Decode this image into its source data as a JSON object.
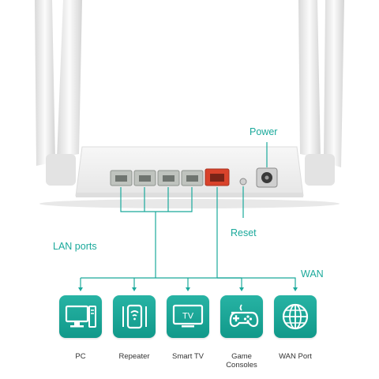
{
  "labels": {
    "power": "Power",
    "reset": "Reset",
    "lan_ports": "LAN ports",
    "wan": "WAN"
  },
  "devices": [
    {
      "caption": "PC",
      "icon": "pc-icon"
    },
    {
      "caption": "Repeater",
      "icon": "repeater-icon"
    },
    {
      "caption": "Smart TV",
      "icon": "smart-tv-icon"
    },
    {
      "caption": "Game\nConsoles",
      "icon": "gamepad-icon"
    },
    {
      "caption": "WAN Port",
      "icon": "globe-icon"
    }
  ],
  "tv_icon_text": "TV",
  "colors": {
    "accent": "#1aa99b",
    "tile": "#17a394",
    "wan_port": "#d9432b",
    "router_body": "#f2f2f2"
  }
}
